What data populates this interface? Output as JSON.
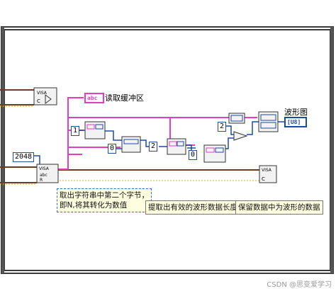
{
  "labels": {
    "read_buffer": "读取缓冲区",
    "waveform": "波形图"
  },
  "constants": {
    "bytes": "2048",
    "c1": "1",
    "c0a": "0",
    "c2a": "2",
    "c0b": "0",
    "c2b": "2"
  },
  "terminals": {
    "string_tag": "abc",
    "u8_tag": "[U8]"
  },
  "comments": {
    "extract_line1": "取出字符串中第二个字节，",
    "extract_line2": "即N,将其转化为数值",
    "length": "提取出有效的波形数据长度",
    "keep": "保留数据中为波形的数据"
  },
  "watermark": "CSDN @思变爱学习",
  "colors": {
    "frame": "#3a3a3a",
    "visa_wire": "#6f3b1f",
    "string_wire": "#e040c0",
    "numeric_wire": "#1a4aa8",
    "error_wire": "#c8b400",
    "node_fill": "#f2f2f2"
  }
}
